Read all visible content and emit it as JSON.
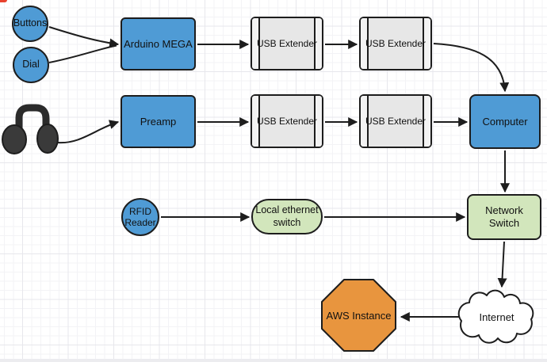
{
  "diagram": {
    "kind": "hardware-architecture-flowchart",
    "colors": {
      "node_blue": "#4f9bd5",
      "node_gray": "#e7e7e7",
      "node_green": "#d2e6bc",
      "node_orange": "#e8953e",
      "stroke": "#1d1d1d",
      "cloud_fill": "#ffffff",
      "grid_minor": "#f3f3f6",
      "grid_major": "#e7e7ec"
    },
    "nodes": {
      "buttons": {
        "label": "Buttons",
        "shape": "circle",
        "color": "blue"
      },
      "dial": {
        "label": "Dial",
        "shape": "circle",
        "color": "blue"
      },
      "arduino": {
        "label": "Arduino MEGA",
        "shape": "rectangle",
        "color": "blue"
      },
      "usb_extender_top_1": {
        "label": "USB Extender",
        "shape": "predefined-process",
        "color": "gray"
      },
      "usb_extender_top_2": {
        "label": "USB Extender",
        "shape": "predefined-process",
        "color": "gray"
      },
      "headphones": {
        "label": "",
        "shape": "headphones-icon",
        "color": "black"
      },
      "preamp": {
        "label": "Preamp",
        "shape": "rectangle",
        "color": "blue"
      },
      "usb_extender_bottom_1": {
        "label": "USB Extender",
        "shape": "predefined-process",
        "color": "gray"
      },
      "usb_extender_bottom_2": {
        "label": "USB Extender",
        "shape": "predefined-process",
        "color": "gray"
      },
      "computer": {
        "label": "Computer",
        "shape": "rectangle",
        "color": "blue"
      },
      "rfid_reader": {
        "label": "RFID Reader",
        "lines": [
          "RFID",
          "Reader"
        ],
        "shape": "circle",
        "color": "blue"
      },
      "local_ethernet_switch": {
        "label": "Local ethernet switch",
        "lines": [
          "Local ethernet",
          "switch"
        ],
        "shape": "rounded-rectangle",
        "color": "green"
      },
      "network_switch": {
        "label": "Network Switch",
        "lines": [
          "Network",
          "Switch"
        ],
        "shape": "rectangle",
        "color": "green"
      },
      "internet": {
        "label": "Internet",
        "shape": "cloud",
        "color": "white"
      },
      "aws_instance": {
        "label": "AWS Instance",
        "shape": "octagon",
        "color": "orange"
      }
    },
    "edges": [
      {
        "from": "buttons",
        "to": "arduino"
      },
      {
        "from": "dial",
        "to": "arduino"
      },
      {
        "from": "arduino",
        "to": "usb_extender_top_1"
      },
      {
        "from": "usb_extender_top_1",
        "to": "usb_extender_top_2"
      },
      {
        "from": "usb_extender_top_2",
        "to": "computer"
      },
      {
        "from": "headphones",
        "to": "preamp"
      },
      {
        "from": "preamp",
        "to": "usb_extender_bottom_1"
      },
      {
        "from": "usb_extender_bottom_1",
        "to": "usb_extender_bottom_2"
      },
      {
        "from": "usb_extender_bottom_2",
        "to": "computer"
      },
      {
        "from": "computer",
        "to": "network_switch"
      },
      {
        "from": "rfid_reader",
        "to": "local_ethernet_switch"
      },
      {
        "from": "local_ethernet_switch",
        "to": "network_switch"
      },
      {
        "from": "network_switch",
        "to": "internet"
      },
      {
        "from": "internet",
        "to": "aws_instance"
      }
    ]
  }
}
